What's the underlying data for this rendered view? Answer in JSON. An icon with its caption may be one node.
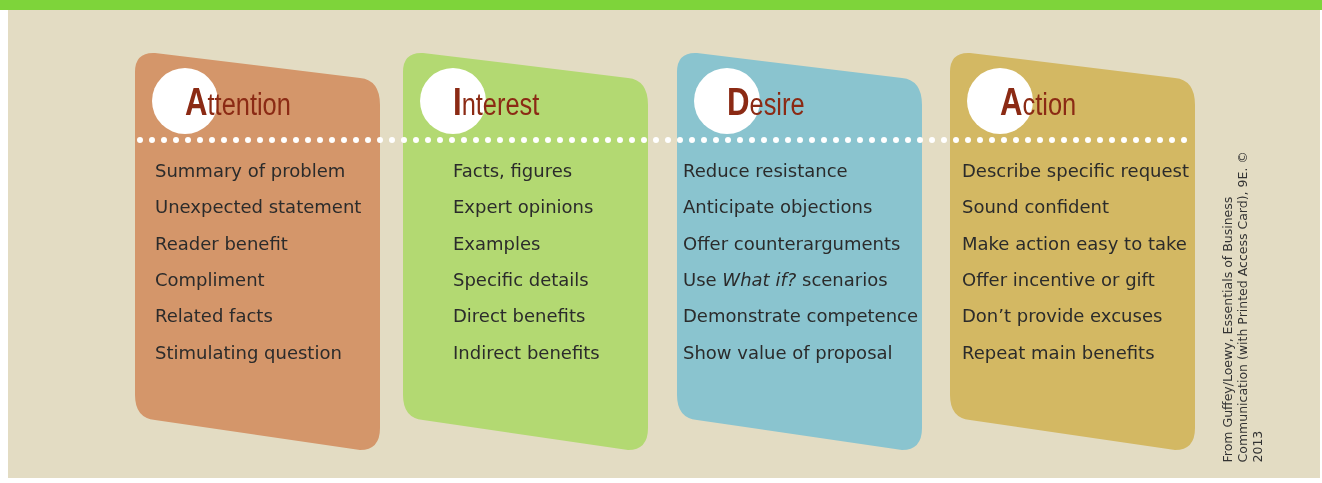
{
  "diagram": {
    "nodes": [
      {
        "text": [
          "**A**ttention",
          "Summary of problem",
          "Unexpected statement",
          "Reader benefit",
          "Compliment",
          "Related facts",
          "Stimulating question"
        ]
      },
      {
        "text": [
          "**I**nterest",
          "Facts, figures",
          "Expert opinions",
          "Examples",
          "Specific details",
          "Direct benefits",
          "Indirect benefits"
        ]
      },
      {
        "text": [
          "**D**esire",
          "Reduce resistance",
          "Anticipate objections",
          "Offer counterarguments",
          "Use *What if?* scenarios",
          "Demonstrate competence",
          "Show value of proposal"
        ]
      },
      {
        "text": [
          "**A**ction",
          "Describe specific request",
          "Sound confident",
          "Make action easy to take",
          "Offer incentive or gift",
          "Don’t provide excuses",
          "Repeat main benefits"
        ]
      }
    ],
    "edges": [],
    "caption": "From Guffey/Loewy, Essentials of Business Communication (with Printed Access Card), 9E. © 2013"
  }
}
